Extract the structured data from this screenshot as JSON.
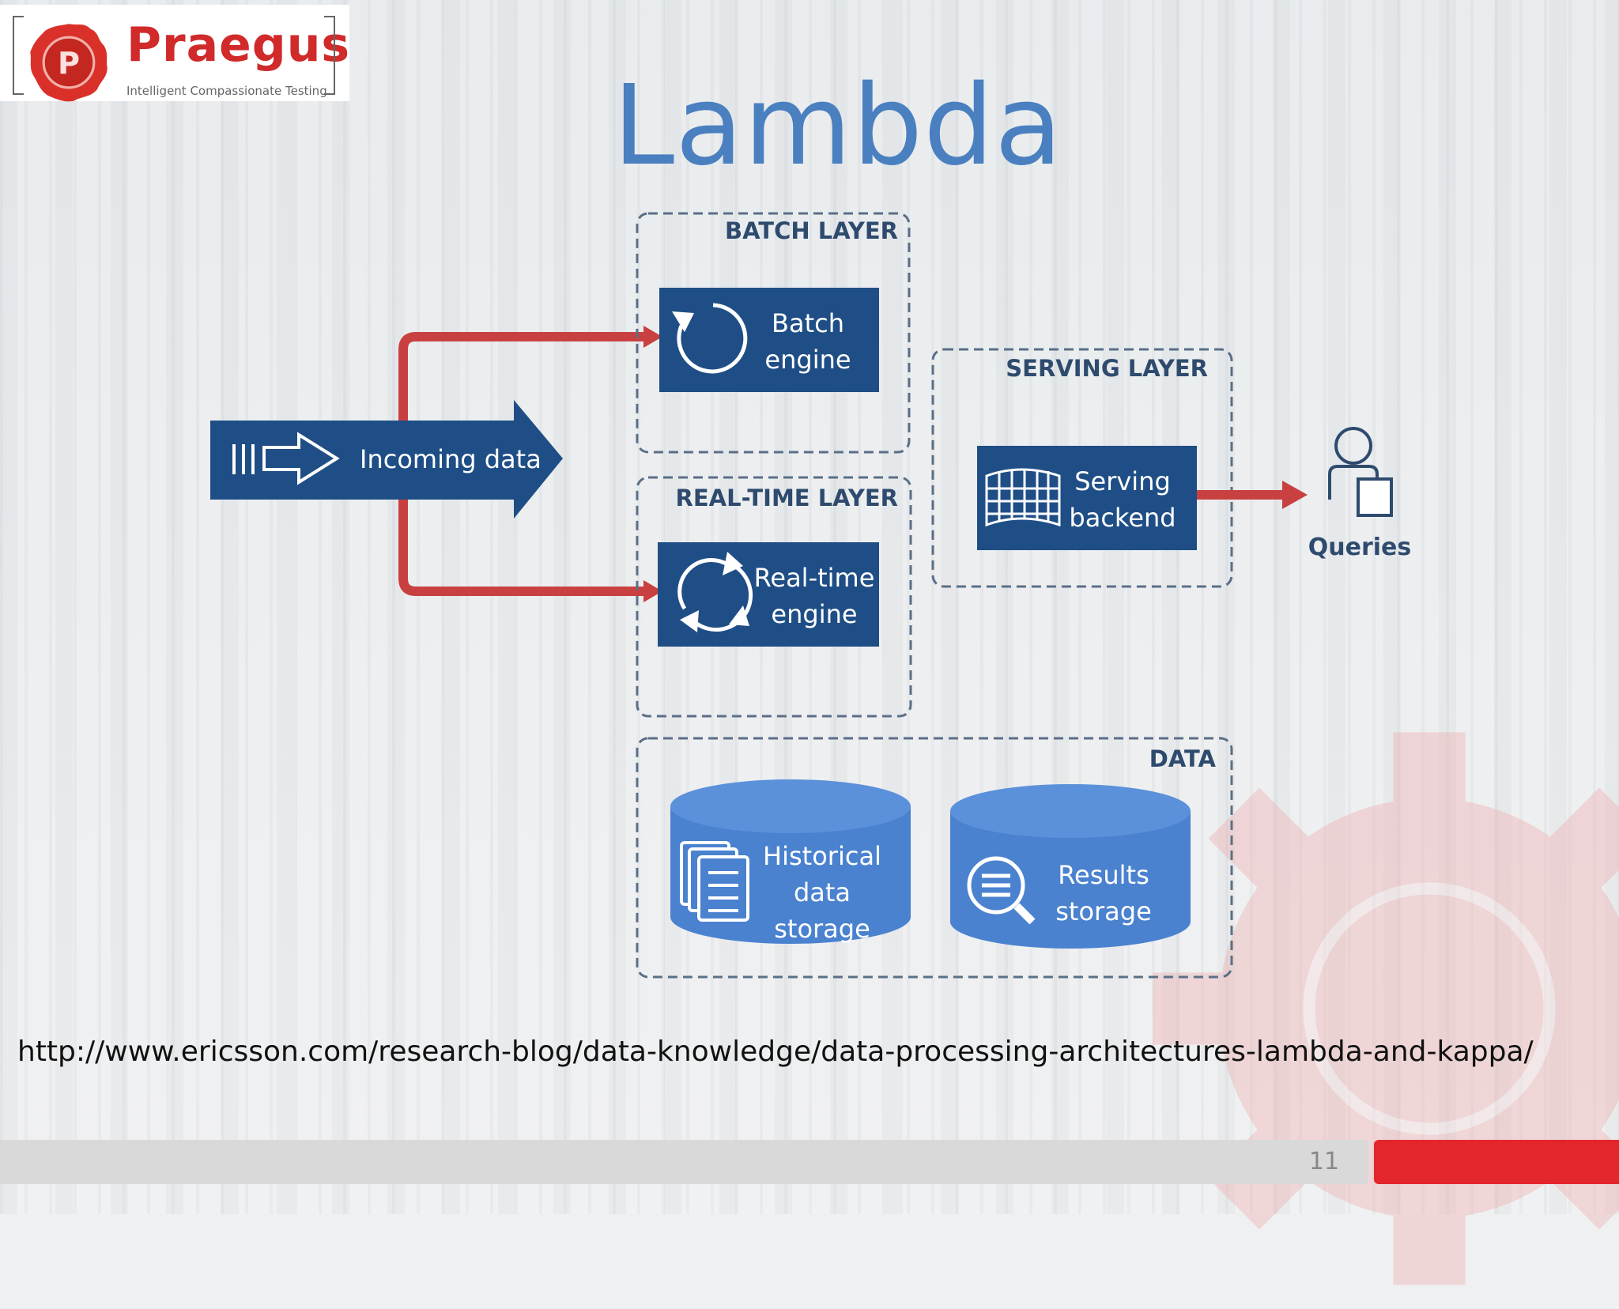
{
  "slide": {
    "title": "Lambda",
    "source_url": "http://www.ericsson.com/research-blog/data-knowledge/data-processing-architectures-lambda-and-kappa/",
    "page_number": "11"
  },
  "logo": {
    "name": "Praegus",
    "tagline": "Intelligent Compassionate Testing",
    "seal_letter": "P"
  },
  "diagram": {
    "incoming": {
      "label": "Incoming data"
    },
    "batch_layer": {
      "title": "BATCH LAYER",
      "engine_line1": "Batch",
      "engine_line2": "engine"
    },
    "realtime_layer": {
      "title": "REAL-TIME LAYER",
      "engine_line1": "Real-time",
      "engine_line2": "engine"
    },
    "serving_layer": {
      "title": "SERVING LAYER",
      "backend_line1": "Serving",
      "backend_line2": "backend"
    },
    "queries": {
      "label": "Queries"
    },
    "data_section": {
      "title": "DATA",
      "historical_line1": "Historical",
      "historical_line2": "data",
      "historical_line3": "storage",
      "results_line1": "Results",
      "results_line2": "storage"
    }
  },
  "colors": {
    "title_blue": "#4a7fc0",
    "box_navy": "#1f4e86",
    "cylinder_blue": "#4a82cf",
    "arrow_red": "#c94040",
    "brand_red": "#e3262b"
  }
}
